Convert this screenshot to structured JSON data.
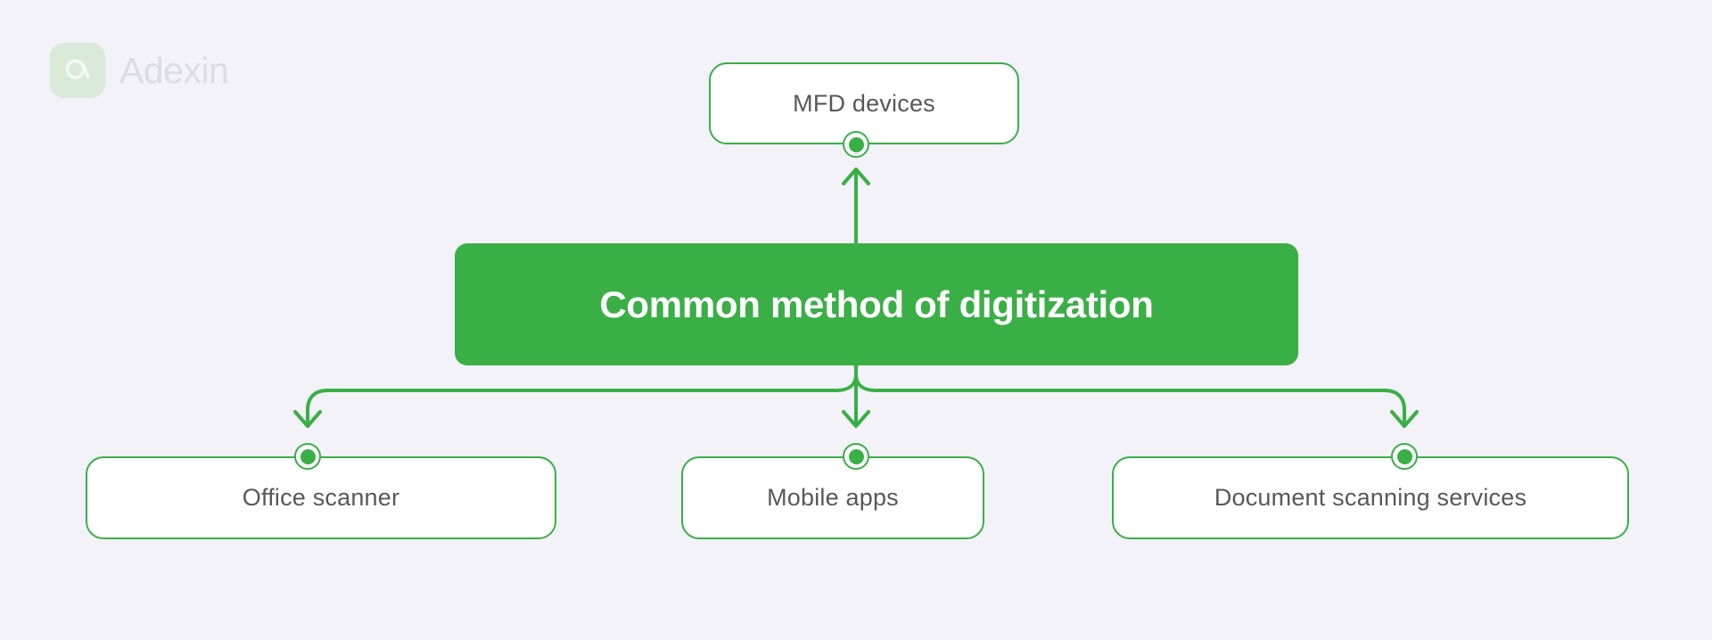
{
  "brand": {
    "name": "Adexin",
    "logo_icon": "adexin-a-mark-icon",
    "mark_color": "#d9ead9",
    "wordmark_color": "#dcdce4"
  },
  "theme": {
    "background": "#f2f2f8",
    "accent_green": "#3aaf46",
    "node_text": "#585858",
    "root_text": "#ffffff",
    "node_fill": "#ffffff"
  },
  "diagram": {
    "type": "flowchart",
    "root": {
      "id": "root",
      "label": "Common method of digitization"
    },
    "nodes": [
      {
        "id": "mfd",
        "label": "MFD devices",
        "position": "top"
      },
      {
        "id": "office",
        "label": "Office scanner",
        "position": "bottom-left"
      },
      {
        "id": "mobile",
        "label": "Mobile apps",
        "position": "bottom-center"
      },
      {
        "id": "document",
        "label": "Document scanning services",
        "position": "bottom-right"
      }
    ],
    "edges": [
      {
        "from": "root",
        "to": "mfd",
        "direction": "up",
        "arrow": true
      },
      {
        "from": "root",
        "to": "office",
        "direction": "down",
        "arrow": true
      },
      {
        "from": "root",
        "to": "mobile",
        "direction": "down",
        "arrow": true
      },
      {
        "from": "root",
        "to": "document",
        "direction": "down",
        "arrow": true
      }
    ]
  }
}
